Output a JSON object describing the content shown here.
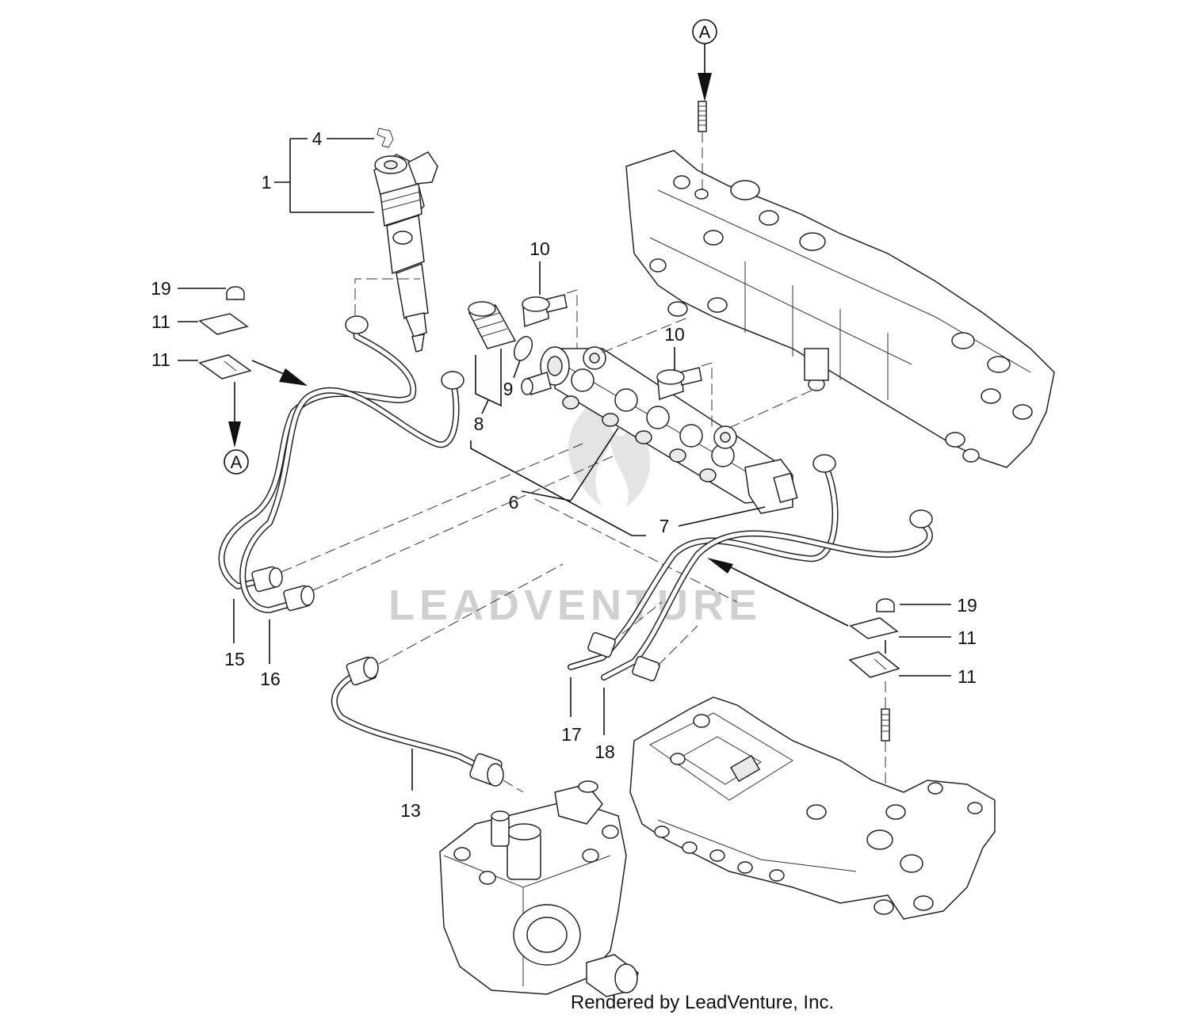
{
  "labels": {
    "l1": "1",
    "l4": "4",
    "l6": "6",
    "l7": "7",
    "l8": "8",
    "l9": "9",
    "l10a": "10",
    "l10b": "10",
    "l11a": "11",
    "l11b": "11",
    "l11c": "11",
    "l11d": "11",
    "l13": "13",
    "l15": "15",
    "l16": "16",
    "l17": "17",
    "l18": "18",
    "l19a": "19",
    "l19b": "19"
  },
  "callouts": {
    "a_top": "A",
    "a_left": "A"
  },
  "watermark": "LEADVENTURE",
  "footer": "Rendered by LeadVenture, Inc."
}
